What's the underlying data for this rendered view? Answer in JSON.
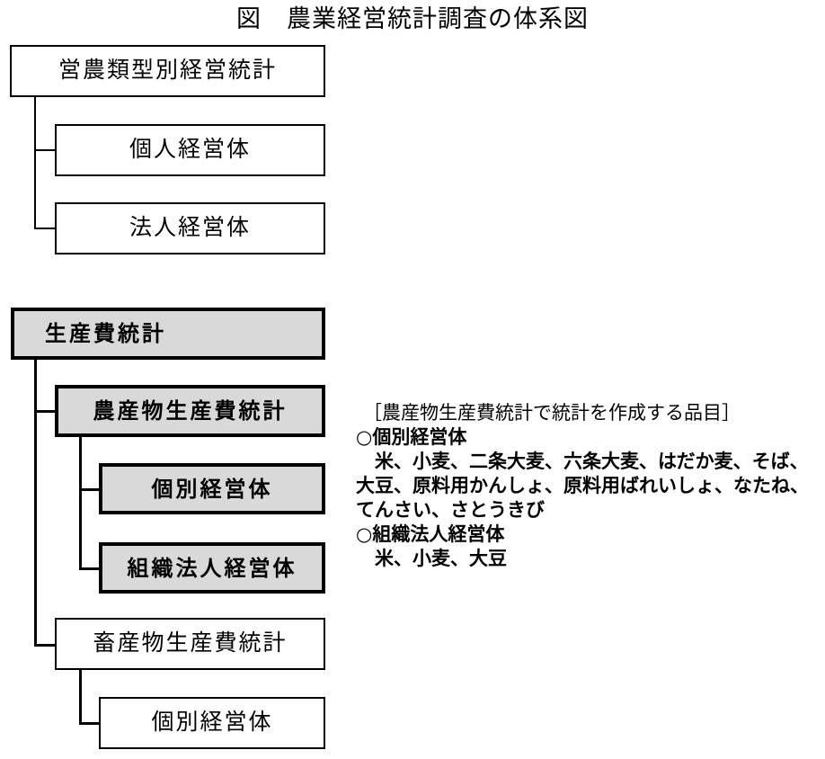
{
  "title": "図　農業経営統計調査の体系図",
  "sections": [
    {
      "id": "eino-ruikei",
      "root": {
        "label": "営農類型別経営統計",
        "style": "plain"
      },
      "children": [
        {
          "label": "個人経営体",
          "style": "plain"
        },
        {
          "label": "法人経営体",
          "style": "plain"
        }
      ]
    },
    {
      "id": "seisanhi",
      "root": {
        "label": "生産費統計",
        "style": "shaded"
      },
      "children": [
        {
          "label": "農産物生産費統計",
          "style": "shaded",
          "children": [
            {
              "label": "個別経営体",
              "style": "shaded"
            },
            {
              "label": "組織法人経営体",
              "style": "shaded"
            }
          ]
        },
        {
          "label": "畜産物生産費統計",
          "style": "plain",
          "children": [
            {
              "label": "個別経営体",
              "style": "plain"
            }
          ]
        }
      ]
    }
  ],
  "boxes": {
    "b1_root": "営農類型別経営統計",
    "b1_c1": "個人経営体",
    "b1_c2": "法人経営体",
    "b2_root": "生産費統計",
    "b2_c1": "農産物生産費統計",
    "b2_c1_g1": "個別経営体",
    "b2_c1_g2": "組織法人経営体",
    "b2_c2": "畜産物生産費統計",
    "b2_c2_g1": "個別経営体"
  },
  "notes": {
    "heading": "［農産物生産費統計で統計を作成する品目］",
    "groups": [
      {
        "title": "○個別経営体",
        "lines": [
          "　米、小麦、二条大麦、六条大麦、はだか麦、そば、",
          "大豆、原料用かんしょ、原料用ばれいしょ、なたね、",
          "てんさい、さとうきび"
        ]
      },
      {
        "title": "○組織法人経営体",
        "lines": [
          "　米、小麦、大豆"
        ]
      }
    ],
    "group1_title": "○個別経営体",
    "group1_line1": "　米、小麦、二条大麦、六条大麦、はだか麦、そば、",
    "group1_line2": "大豆、原料用かんしょ、原料用ばれいしょ、なたね、",
    "group1_line3": "てんさい、さとうきび",
    "group2_title": "○組織法人経営体",
    "group2_line1": "　米、小麦、大豆"
  },
  "colors": {
    "shaded_fill": "#d9d9d9",
    "line": "#000000",
    "background": "#ffffff"
  }
}
